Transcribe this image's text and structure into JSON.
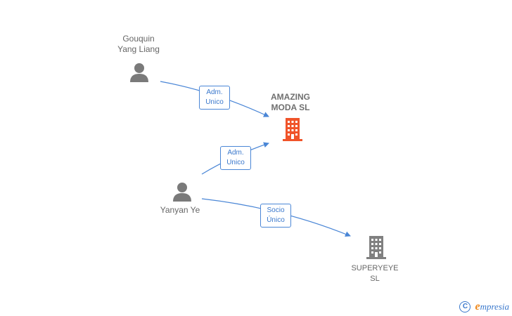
{
  "nodes": {
    "gouquin": {
      "line1": "Gouquin",
      "line2": "Yang Liang",
      "icon": "person-icon"
    },
    "yanyan": {
      "line1": "Yanyan Ye",
      "icon": "person-icon"
    },
    "amazing": {
      "line1": "AMAZING",
      "line2": "MODA  SL",
      "icon": "building-icon",
      "color": "#f0542a"
    },
    "superyeye": {
      "line1": "SUPERYEYE",
      "line2": "SL",
      "icon": "building-icon",
      "color": "#808080"
    }
  },
  "edges": [
    {
      "from": "Gouquin Yang Liang",
      "to": "AMAZING MODA SL",
      "line1": "Adm.",
      "line2": "Unico"
    },
    {
      "from": "Yanyan Ye",
      "to": "AMAZING MODA SL",
      "line1": "Adm.",
      "line2": "Unico"
    },
    {
      "from": "Yanyan Ye",
      "to": "SUPERYEYE SL",
      "line1": "Socio",
      "line2": "Único"
    }
  ],
  "colors": {
    "edge": "#4a86d6",
    "person": "#7a7a7a"
  },
  "footer": {
    "symbol": "C",
    "brand_initial": "e",
    "brand_rest": "mpresia"
  }
}
